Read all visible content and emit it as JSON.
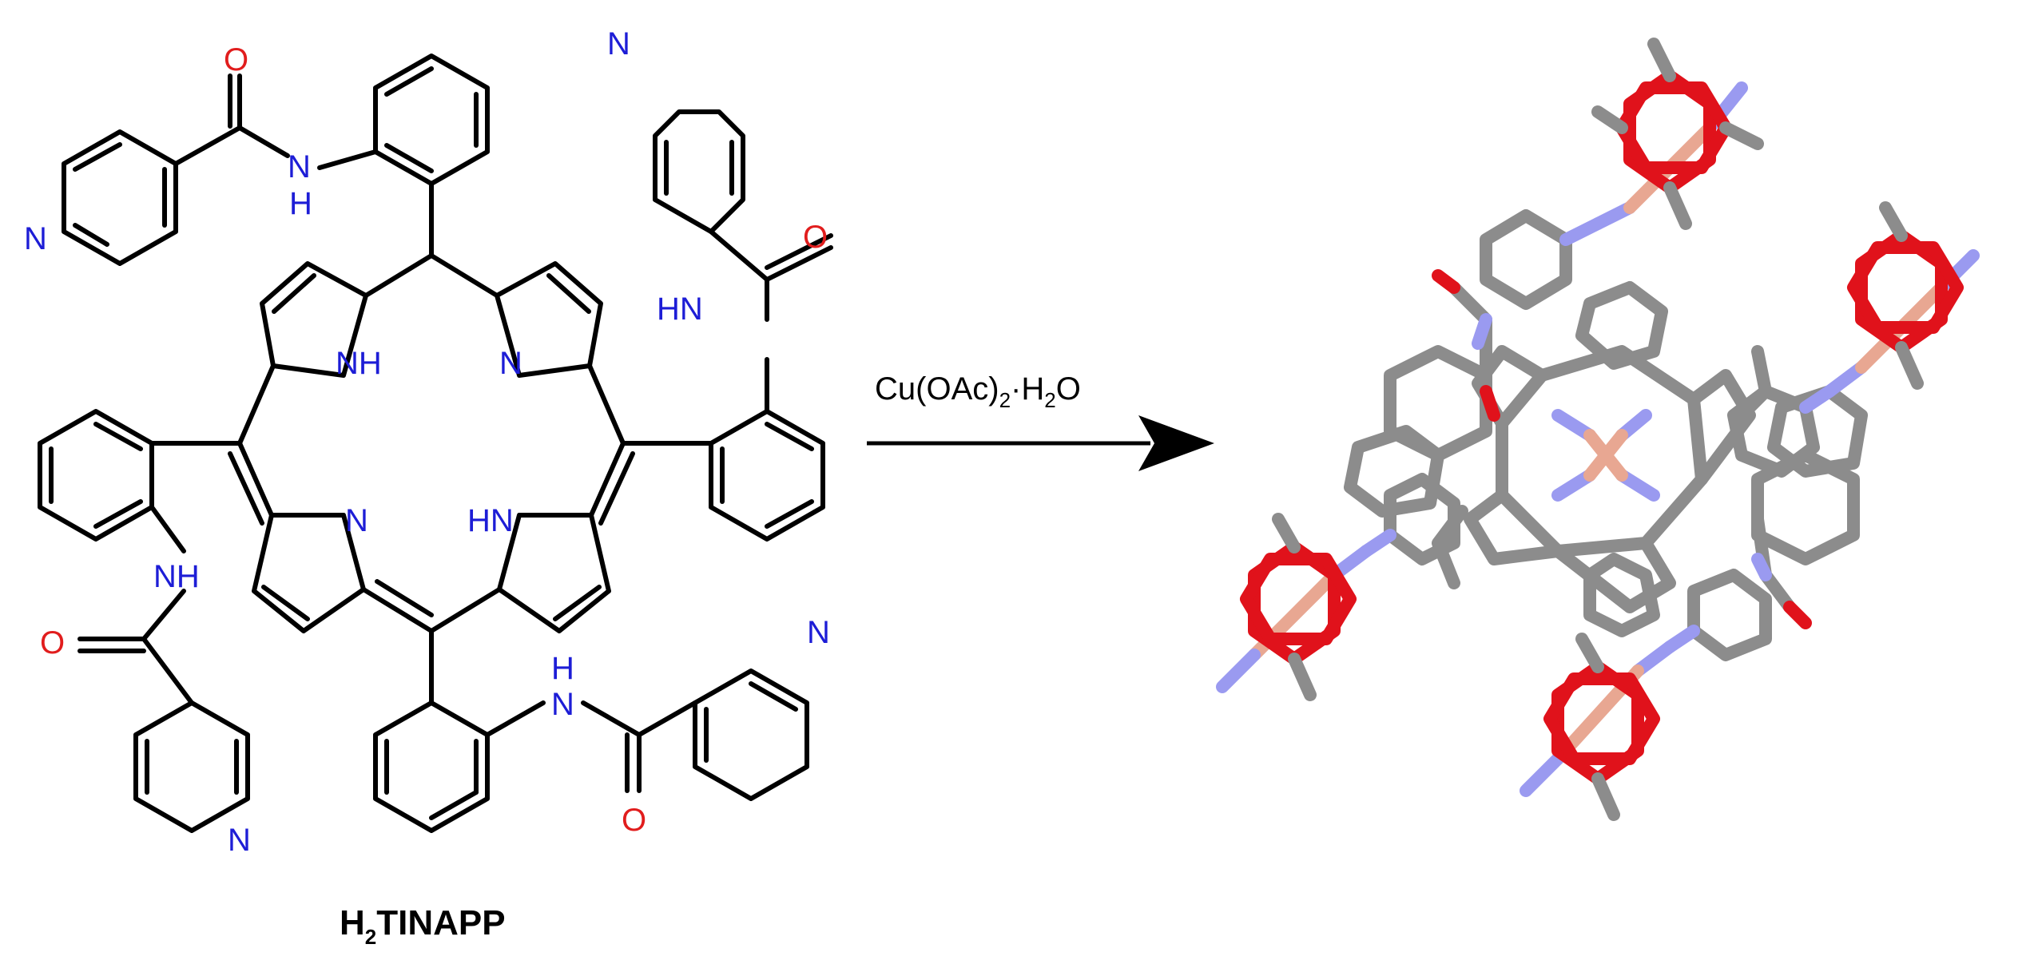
{
  "compound": {
    "label_main": "H",
    "label_sub": "2",
    "label_rest": "TINAPP"
  },
  "reaction": {
    "reagent_main": "Cu(OAc)",
    "reagent_sub": "2",
    "reagent_mid": "·H",
    "reagent_sub2": "2",
    "reagent_end": "O"
  },
  "atoms": {
    "N": "N",
    "O": "O",
    "NH": "NH",
    "HN": "HN",
    "H": "H"
  },
  "colors": {
    "bond": "#000000",
    "nitrogen_label": "#1d1dd6",
    "oxygen_label": "#e11d1d",
    "crystal_carbon": "#8c8c8c",
    "crystal_oxygen": "#e0121b",
    "crystal_nitrogen": "#9a9af0",
    "crystal_copper": "#e8a792"
  }
}
